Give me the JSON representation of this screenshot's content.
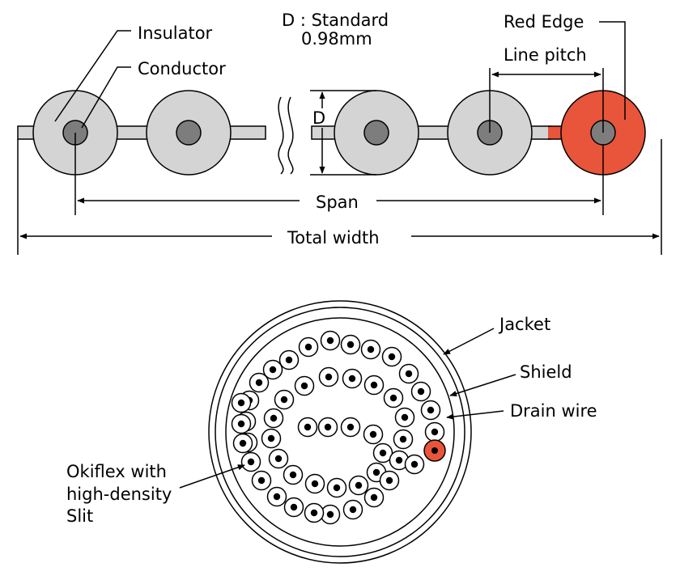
{
  "flat_cable": {
    "labels": {
      "insulator": "Insulator",
      "conductor": "Conductor",
      "d_standard": "D : Standard",
      "d_value": "0.98mm",
      "red_edge": "Red Edge",
      "line_pitch": "Line pitch",
      "d": "D",
      "span": "Span",
      "total_width": "Total width"
    },
    "colors": {
      "insulator": "#d4d4d4",
      "conductor": "#7d7d7d",
      "red_edge": "#e8553a",
      "outline": "#000000"
    }
  },
  "round_cable": {
    "labels": {
      "jacket": "Jacket",
      "shield": "Shield",
      "drain_wire": "Drain wire",
      "okiflex_line1": "Okiflex with",
      "okiflex_line2": "high-density",
      "okiflex_line3": "Slit"
    },
    "colors": {
      "drain_wire": "#e8553a",
      "conductor_dot": "#000000"
    }
  }
}
